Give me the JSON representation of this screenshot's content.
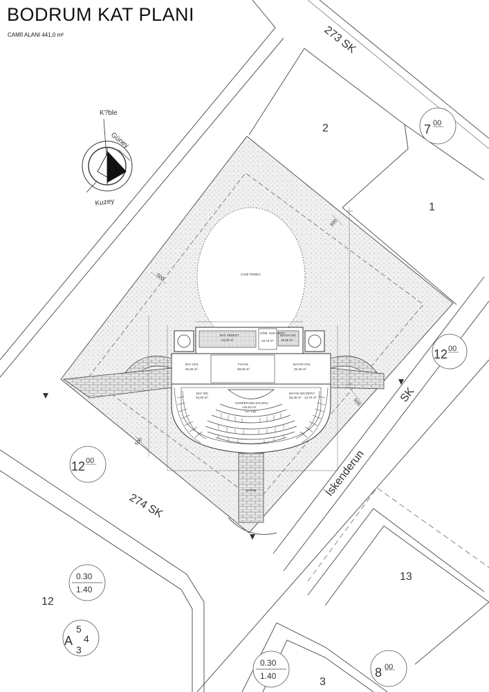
{
  "header": {
    "title": "BODRUM KAT PLANI",
    "subtitle": "CAMİİ ALANI 441,0 m²"
  },
  "compass": {
    "qibla": "K?ble",
    "south": "Güney",
    "north": "Kuzey"
  },
  "streets": {
    "s273": "273 SK",
    "s274": "274 SK",
    "iskenderun": "İskenderun",
    "sk": "SK"
  },
  "parcels": {
    "p1": "1",
    "p2": "2",
    "p3": "3",
    "p12": "12",
    "p13": "13"
  },
  "heights": {
    "h7": "7",
    "h12a": "12",
    "h12b": "12",
    "h8": "8",
    "sup": "00"
  },
  "ratios": {
    "r1_top": "0.30",
    "r1_bottom": "1.40",
    "r2_top": "0.30",
    "r2_bottom": "1.40"
  },
  "zoning": {
    "a": "A",
    "n5": "5",
    "n4": "4",
    "n3": "3"
  },
  "dimensions": {
    "d300": "300",
    "d500a": "500",
    "d500b": "500",
    "d500c": "500"
  },
  "rooms": {
    "mosque_foundation": "CAMİ TEMELİ",
    "men_ablution": "BAY ABDEST",
    "men_ablution_area": "42,00 m²",
    "coal_depot": "KÖM. SUK DEPO",
    "coal_depot_area": "10,70 m²",
    "women_wc": "BAYAN WC",
    "women_wc_area": "16,55 m²",
    "men_hall": "BAY HOL",
    "men_hall_area": "25,30 m²",
    "foyer": "FUAYE",
    "foyer_area": "48,00 m²",
    "women_hall": "BAYAN HOL",
    "women_hall_area": "25,30 m²",
    "men_wc": "BAY WC",
    "men_wc_area": "42,00 m²",
    "conference": "KONFERANS SALONU",
    "conference_area": "145,00 m²",
    "conference_seats": "147 Kişi",
    "women_ablution": "BAYAN WC",
    "women_ablution_area": "28,35 m²",
    "depot": "DEPO",
    "depot_area": "13,70 m²",
    "stage": "SAHNE"
  },
  "colors": {
    "line": "#555555",
    "hatch": "#dcdcdc",
    "ink": "#111111"
  }
}
